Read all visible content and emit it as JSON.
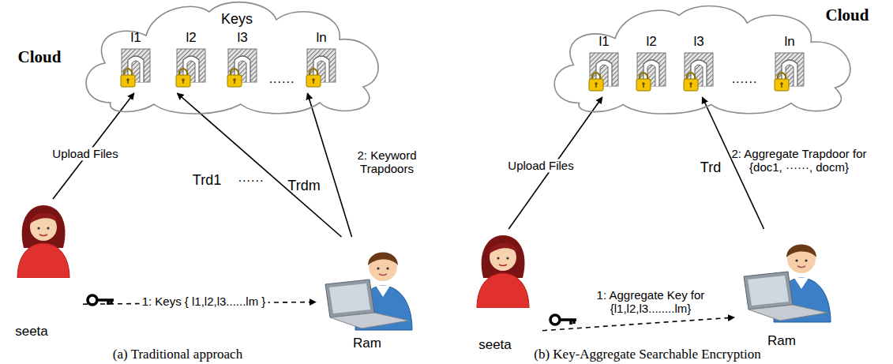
{
  "diagram": {
    "nodes": [
      {
        "text": [
          "Cloud",
          "Keys"
        ]
      },
      {
        "text": [
          "l1"
        ],
        "in": 0
      },
      {
        "text": [
          "l2"
        ],
        "in": 0
      },
      {
        "text": [
          "l3"
        ],
        "in": 0
      },
      {
        "text": [
          "ln"
        ],
        "in": 0
      },
      {
        "text": [
          "seeta"
        ]
      },
      {
        "text": [
          "Ram"
        ]
      },
      {
        "text": [
          "Cloud"
        ]
      },
      {
        "text": [
          "l1"
        ],
        "in": 7
      },
      {
        "text": [
          "l2"
        ],
        "in": 7
      },
      {
        "text": [
          "l3"
        ],
        "in": 7
      },
      {
        "text": [
          "ln"
        ],
        "in": 7
      },
      {
        "text": [
          "seeta"
        ]
      },
      {
        "text": [
          "Ram"
        ]
      }
    ],
    "edges": [
      {
        "from": 5,
        "to": 1,
        "arrow": "to",
        "label": "Upload Files"
      },
      {
        "from": 6,
        "to": 2,
        "arrow": "to",
        "label": "Trd1"
      },
      {
        "from": 6,
        "to": 4,
        "arrow": "to",
        "label": "Trdm"
      },
      {
        "from": 5,
        "to": 6,
        "arrow": "to",
        "label": "1: Keys { l1,l2,l3......lm }"
      },
      {
        "from": 12,
        "to": 8,
        "arrow": "to",
        "label": "Upload Files"
      },
      {
        "from": 13,
        "to": 10,
        "arrow": "to",
        "label": "Trd"
      },
      {
        "from": 12,
        "to": 13,
        "arrow": "to",
        "label": "1: Aggregate Key for {l1,l2,l3........lm}"
      }
    ],
    "labels": [
      "......",
      "2: Keyword Trapdoors",
      "......",
      "(a) Traditional approach",
      "......",
      "2: Aggregate Trapdoor for {doc1, ······, docm}",
      "(b) Key-Aggregate Searchable Encryption"
    ]
  }
}
